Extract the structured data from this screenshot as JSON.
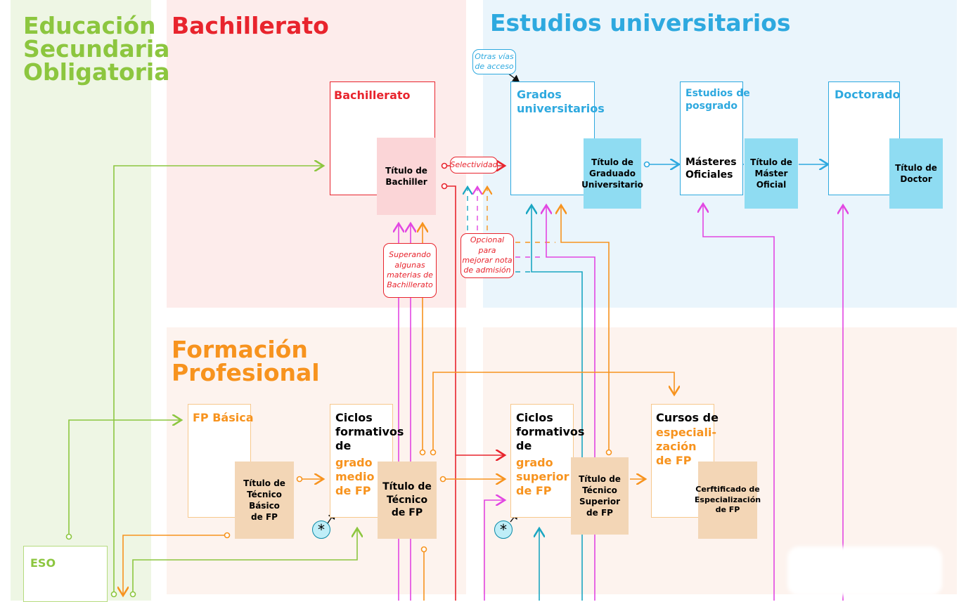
{
  "colors": {
    "eso_green": "#8cc63f",
    "bach_red": "#e8242d",
    "uni_blue": "#2ea9df",
    "fp_orange": "#f7931e",
    "magenta": "#e246e2",
    "teal": "#1aa6c2",
    "tan_box": "#f3d6b6",
    "pink_box": "#fbd5d7",
    "cyan_box": "#8fdcf2"
  },
  "sections": {
    "eso": "Educación\nSecundaria\nObligatoria",
    "bachillerato": "Bachillerato",
    "universitarios": "Estudios universitarios",
    "fp": "Formación\nProfesional"
  },
  "boxes": {
    "bachillerato": "Bachillerato",
    "grados": "Grados\nuniversitarios",
    "posgrado": "Estudios de\nposgrado",
    "masteres": "Másteres\nOficiales",
    "doctorado": "Doctorado",
    "fp_basica": "FP Básica",
    "eso": "ESO",
    "grado_medio_a": "Ciclos\nformativos\nde",
    "grado_medio_b": "grado\nmedio\nde FP",
    "grado_superior_a": "Ciclos\nformativos\nde",
    "grado_superior_b": "grado\nsuperior\nde FP",
    "cursos_a": "Cursos de",
    "cursos_b": "especiali-\nzación\nde FP"
  },
  "titles": {
    "bachiller": "Título de\nBachiller",
    "graduado": "Título de\nGraduado\nUniversitario",
    "master": "Título de\nMáster\nOficial",
    "doctor": "Título de\nDoctor",
    "tecnico_basico": "Título de\nTécnico\nBásico\nde FP",
    "tecnico": "Título de\nTécnico\nde FP",
    "tecnico_superior": "Título de\nTécnico\nSuperior\nde FP",
    "certificado": "Cerftificado de\nEspecialización\nde FP"
  },
  "notes": {
    "otras_vias": "Otras vías\nde acceso",
    "selectividad": "Selectividad",
    "superando": "Superando\nalgunas\nmaterias de\nBachillerato",
    "opcional": "Opcional para\nmejorar nota\nde admisión"
  },
  "icons": {
    "asterisk": "*"
  }
}
